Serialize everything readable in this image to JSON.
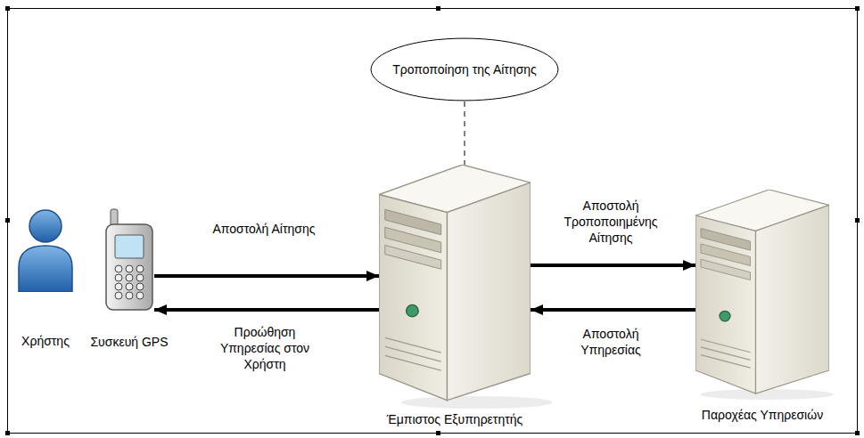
{
  "diagram": {
    "nodes": [
      {
        "text": [
          "Τροποποίηση της Αίτησης"
        ]
      },
      {
        "text": [
          "Χρήστης"
        ]
      },
      {
        "text": [
          "Συσκευή GPS"
        ]
      },
      {
        "text": [
          "Έμπιστος Εξυπηρετητής"
        ]
      },
      {
        "text": [
          "Παροχέας Υπηρεσιών"
        ]
      }
    ],
    "edges": [
      {
        "from": 2,
        "to": 3,
        "label": "Αποστολή Αίτησης",
        "arrow": "to"
      },
      {
        "from": 3,
        "to": 2,
        "label": "Προώθηση Υπηρεσίας στον Χρήστη",
        "arrow": "to"
      },
      {
        "from": 3,
        "to": 4,
        "label": "Αποστολή Τροποποιημένης Αίτησης",
        "arrow": "to"
      },
      {
        "from": 4,
        "to": 3,
        "label": "Αποστολή Υπηρεσίας",
        "arrow": "to"
      },
      {
        "from": 0,
        "to": 3,
        "arrow": "none"
      }
    ]
  }
}
